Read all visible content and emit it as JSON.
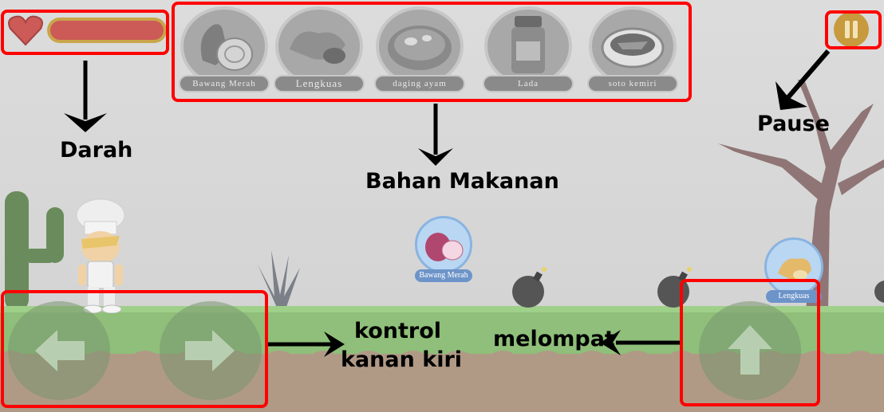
{
  "hud": {
    "health_level": 1.0,
    "ingredients": [
      {
        "label": "Bawang Merah",
        "icon": "shallot-icon"
      },
      {
        "label": "Lengkuas",
        "icon": "galangal-icon"
      },
      {
        "label": "daging ayam",
        "icon": "chicken-meat-icon"
      },
      {
        "label": "Lada",
        "icon": "pepper-jar-icon"
      },
      {
        "label": "soto kemiri",
        "icon": "soto-bowl-icon"
      }
    ]
  },
  "pickups": [
    {
      "label": "Bawang Merah",
      "icon": "shallot-icon"
    },
    {
      "label": "Lengkuas",
      "icon": "galangal-icon"
    }
  ],
  "annotations": {
    "blood": "Darah",
    "ingredients": "Bahan Makanan",
    "pause": "Pause",
    "move_line1": "kontrol",
    "move_line2": "kanan kiri",
    "jump": "melompat"
  },
  "colors": {
    "highlight": "#ff0000",
    "health_bar": "#cc5a57",
    "pause": "#c79a3e"
  }
}
